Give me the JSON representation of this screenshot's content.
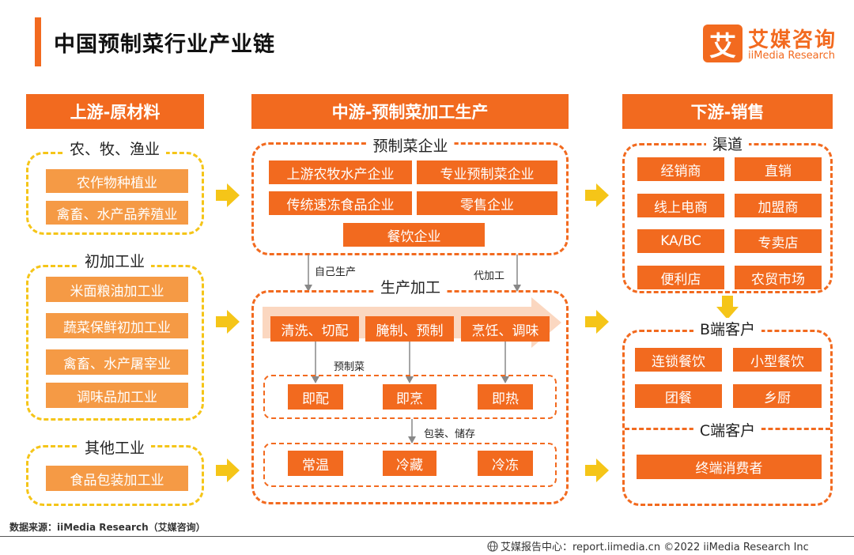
{
  "title": "中国预制菜行业产业链",
  "logo": {
    "mark": "艾",
    "name_cn": "艾媒咨询",
    "name_en": "iiMedia Research"
  },
  "upstream": {
    "header": "上游-原材料",
    "groups": [
      {
        "label": "农、牧、渔业",
        "items": [
          "农作物种植业",
          "禽畜、水产品养殖业"
        ]
      },
      {
        "label": "初加工业",
        "items": [
          "米面粮油加工业",
          "蔬菜保鲜初加工业",
          "禽畜、水产屠宰业",
          "调味品加工业"
        ]
      },
      {
        "label": "其他工业",
        "items": [
          "食品包装加工业"
        ]
      }
    ]
  },
  "midstream": {
    "header": "中游-预制菜加工生产",
    "enterprise_label": "预制菜企业",
    "enterprises": [
      "上游农牧水产企业",
      "专业预制菜企业",
      "传统速冻食品企业",
      "零售企业",
      "餐饮企业"
    ],
    "self_produce": "自己生产",
    "oem": "代加工",
    "production_label": "生产加工",
    "steps": [
      "清洗、切配",
      "腌制、预制",
      "烹饪、调味"
    ],
    "prepared_label": "预制菜",
    "types": [
      "即配",
      "即烹",
      "即热"
    ],
    "package_label": "包装、储存",
    "storage": [
      "常温",
      "冷藏",
      "冷冻"
    ]
  },
  "downstream": {
    "header": "下游-销售",
    "channels_label": "渠道",
    "channels": [
      "经销商",
      "直销",
      "线上电商",
      "加盟商",
      "KA/BC",
      "专卖店",
      "便利店",
      "农贸市场"
    ],
    "b_label": "B端客户",
    "b_clients": [
      "连锁餐饮",
      "小型餐饮",
      "团餐",
      "乡厨"
    ],
    "c_label": "C端客户",
    "c_clients": [
      "终端消费者"
    ]
  },
  "colors": {
    "accent": "#f26a1f",
    "light": "#f59a45",
    "yellow": "#f5c518"
  },
  "source": "数据来源：iiMedia Research（艾媒咨询）",
  "footer": "艾媒报告中心：report.iimedia.cn   ©2022  iiMedia Research  Inc"
}
